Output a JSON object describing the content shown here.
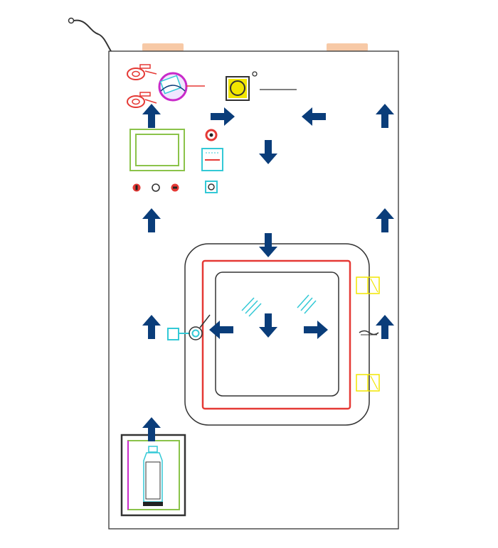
{
  "diagram": {
    "colors": {
      "outline": "#333333",
      "arrow": "#0a3d7a",
      "red": "#e53935",
      "green": "#8bc34a",
      "yellow": "#f2e600",
      "cyan": "#33c9d6",
      "magenta": "#c92ac9",
      "tab": "#f7c9a6",
      "dark": "#222222"
    },
    "flow_arrows": [
      {
        "id": "arrow-top-left-up",
        "direction": "up"
      },
      {
        "id": "arrow-top-right-of-controls",
        "direction": "right"
      },
      {
        "id": "arrow-top-center-left",
        "direction": "left"
      },
      {
        "id": "arrow-top-right-up",
        "direction": "up"
      },
      {
        "id": "arrow-upper-center-down",
        "direction": "down"
      },
      {
        "id": "arrow-mid-left-up",
        "direction": "up"
      },
      {
        "id": "arrow-mid-right-up",
        "direction": "up"
      },
      {
        "id": "arrow-window-top-down",
        "direction": "down"
      },
      {
        "id": "arrow-left-up-by-handle",
        "direction": "up"
      },
      {
        "id": "arrow-window-inner-left",
        "direction": "left"
      },
      {
        "id": "arrow-window-inner-down",
        "direction": "down"
      },
      {
        "id": "arrow-window-inner-right",
        "direction": "right"
      },
      {
        "id": "arrow-right-up-by-hinge",
        "direction": "up"
      },
      {
        "id": "arrow-bottom-left-up",
        "direction": "up"
      }
    ]
  }
}
